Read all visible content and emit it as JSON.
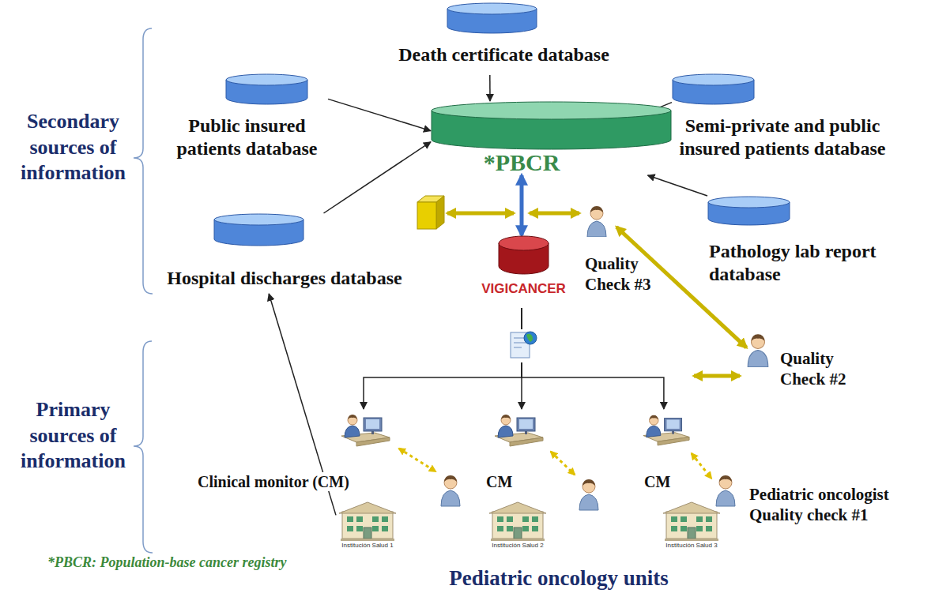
{
  "diagram": {
    "nodes": [
      {
        "text": [
          "Death certificate database"
        ]
      },
      {
        "text": [
          "Public insured patients database"
        ]
      },
      {
        "text": [
          "Semi-private and public insured patients database"
        ]
      },
      {
        "text": [
          "*PBCR"
        ]
      },
      {
        "text": [
          "Hospital discharges database"
        ]
      },
      {
        "text": [
          "Pathology lab report database"
        ]
      },
      {
        "text": [
          "VIGICANCER"
        ]
      },
      {
        "text": [
          "Quality Check #3"
        ]
      },
      {
        "text": [
          "Quality Check #2"
        ]
      },
      {
        "text": [
          "Clinical monitor (CM)"
        ]
      },
      {
        "text": [
          "CM"
        ]
      },
      {
        "text": [
          "CM"
        ]
      },
      {
        "text": [
          "Pediatric oncologist Quality check #1"
        ]
      },
      {
        "text": [
          "Institución Salud 1"
        ]
      },
      {
        "text": [
          "Institución Salud 2"
        ]
      },
      {
        "text": [
          "Institución Salud 3"
        ]
      }
    ],
    "edges": [
      {
        "from": 0,
        "to": 3,
        "arrow": "to"
      },
      {
        "from": 1,
        "to": 3,
        "arrow": "to"
      },
      {
        "from": 2,
        "to": 3,
        "arrow": "to"
      },
      {
        "from": 4,
        "to": 3,
        "arrow": "to"
      },
      {
        "from": 5,
        "to": 3,
        "arrow": "to"
      },
      {
        "from": 3,
        "to": 6,
        "arrow": "both"
      },
      {
        "from": 7,
        "to": 8,
        "arrow": "both"
      },
      {
        "from": 6,
        "to": 9,
        "arrow": "to"
      },
      {
        "from": 6,
        "to": 10,
        "arrow": "to"
      },
      {
        "from": 6,
        "to": 11,
        "arrow": "to"
      },
      {
        "from": 11,
        "to": 12,
        "arrow": "both"
      },
      {
        "from": 13,
        "to": 4,
        "arrow": "to"
      }
    ],
    "labels": [
      "Secondary sources of information",
      "Primary sources of information",
      "*PBCR: Population-base cancer registry",
      "Pediatric oncology units"
    ]
  }
}
